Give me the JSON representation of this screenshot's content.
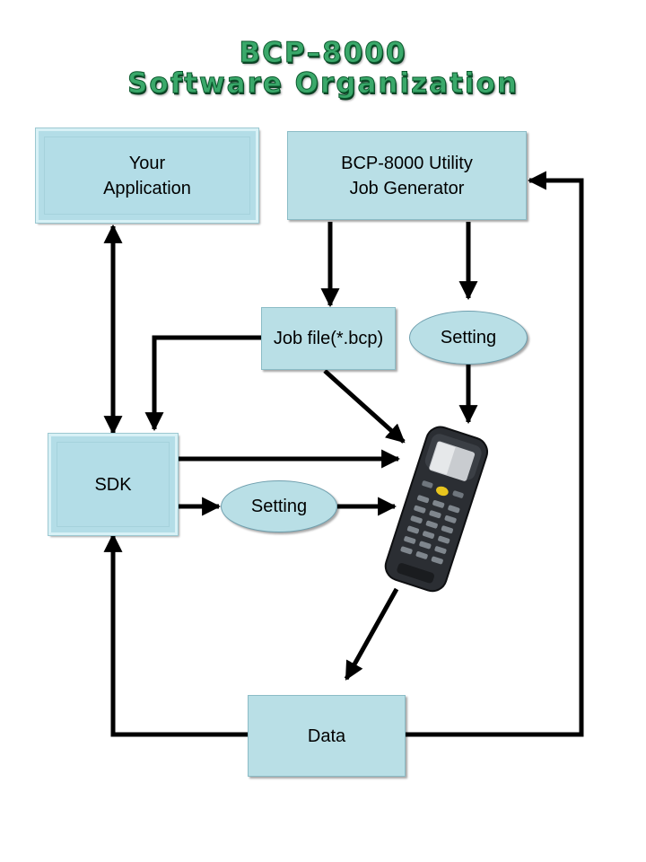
{
  "title": {
    "line1": "BCP–8000",
    "line2": "Software Organization"
  },
  "nodes": {
    "your_application": "Your\nApplication",
    "utility": "BCP-8000 Utility\nJob Generator",
    "job_file": "Job file(*.bcp)",
    "setting_top": "Setting",
    "sdk": "SDK",
    "setting_mid": "Setting",
    "data": "Data"
  },
  "colors": {
    "box_fill": "#b9dfe6",
    "title_green": "#3aa86a",
    "arrow": "#000000"
  }
}
